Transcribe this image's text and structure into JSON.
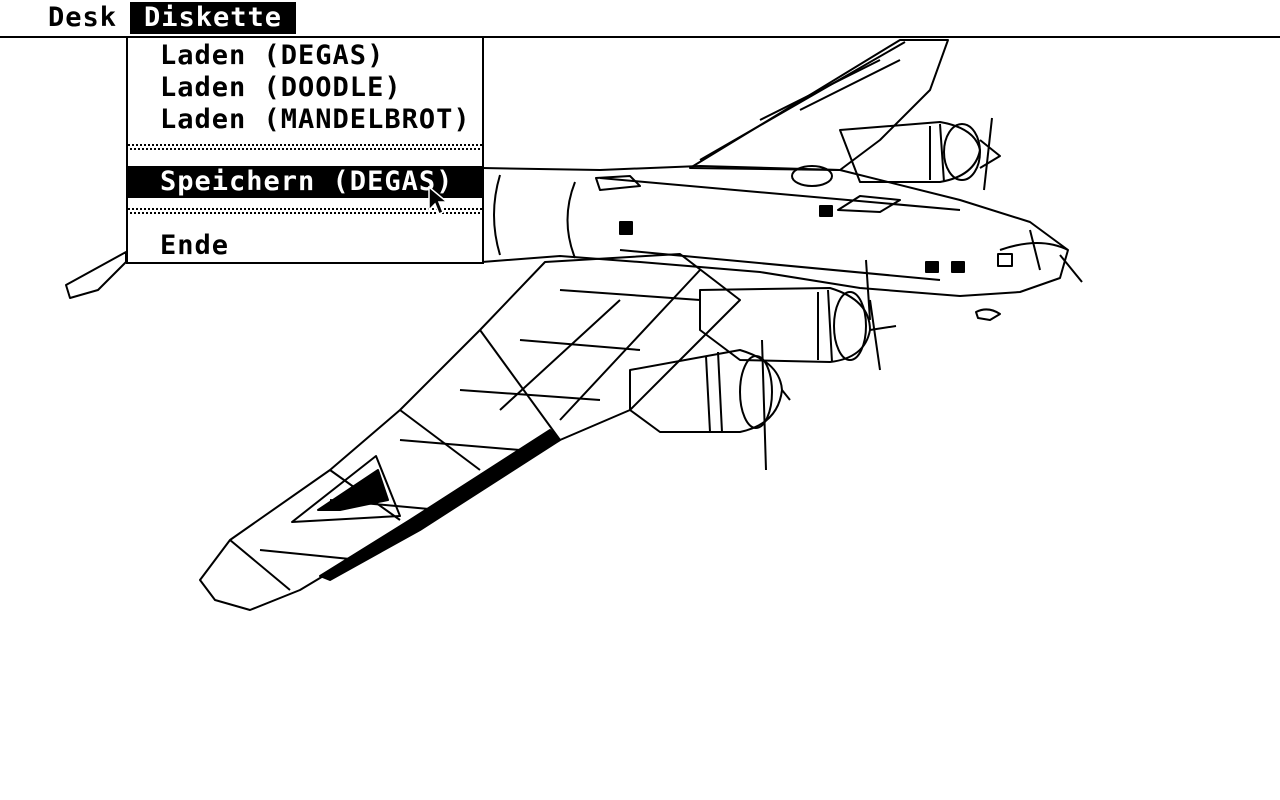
{
  "menubar": {
    "items": [
      {
        "label": "Desk"
      },
      {
        "label": "Diskette"
      }
    ]
  },
  "dropdown": {
    "items": [
      {
        "label": "Laden (DEGAS)"
      },
      {
        "label": "Laden (DOODLE)"
      },
      {
        "label": "Laden (MANDELBROT)"
      },
      {
        "label": "Speichern (DEGAS)",
        "selected": true
      },
      {
        "label": "Ende"
      }
    ]
  },
  "canvas": {
    "subject": "airplane-line-drawing"
  },
  "colors": {
    "foreground": "#000000",
    "background": "#ffffff"
  }
}
